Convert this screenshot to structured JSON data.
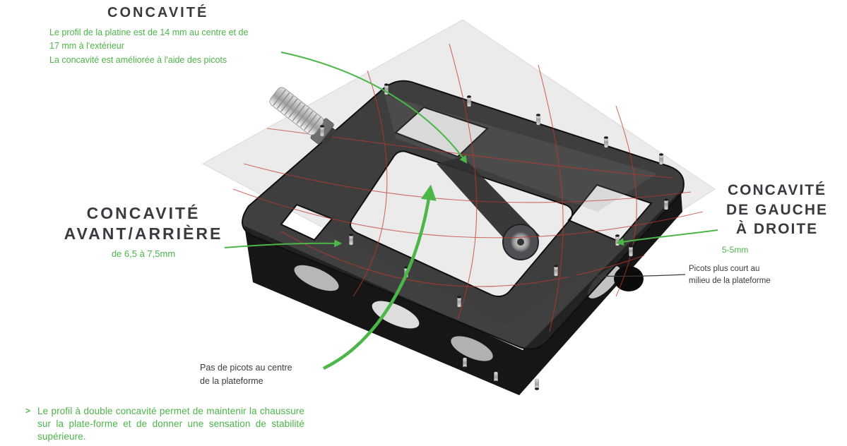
{
  "colors": {
    "accent_green": "#4CB648",
    "heading_dark": "#3A3A40",
    "text_black": "#3C3C3C",
    "grid_red": "#C0392B",
    "plane_gray": "#DBDBDB",
    "pedal_black": "#1A1A1A"
  },
  "annotations": {
    "concavity": {
      "title": "CONCAVITÉ",
      "line1": "Le profil de la platine est de 14 mm au centre et de",
      "line2": "17 mm à l'extérieur",
      "line3": "La concavité est améliorée à l'aide des picots"
    },
    "front_rear": {
      "title_line1": "CONCAVITÉ",
      "title_line2": "AVANT/ARRIÈRE",
      "value": "de 6,5 à  7,5mm"
    },
    "left_right": {
      "title_line1": "CONCAVITÉ",
      "title_line2": "DE GAUCHE",
      "title_line3": "À DROITE",
      "value": "5-5mm"
    },
    "short_pins": {
      "line1": "Picots plus court au",
      "line2": "milieu de la plateforme"
    },
    "no_pins": {
      "line1": "Pas de picots au centre",
      "line2": "de la plateforme"
    },
    "footer": {
      "bullet": ">",
      "text": "Le profil à double concavité permet de maintenir la chaussure sur la plate-forme et de donner une sensation de stabilité supérieure."
    }
  }
}
